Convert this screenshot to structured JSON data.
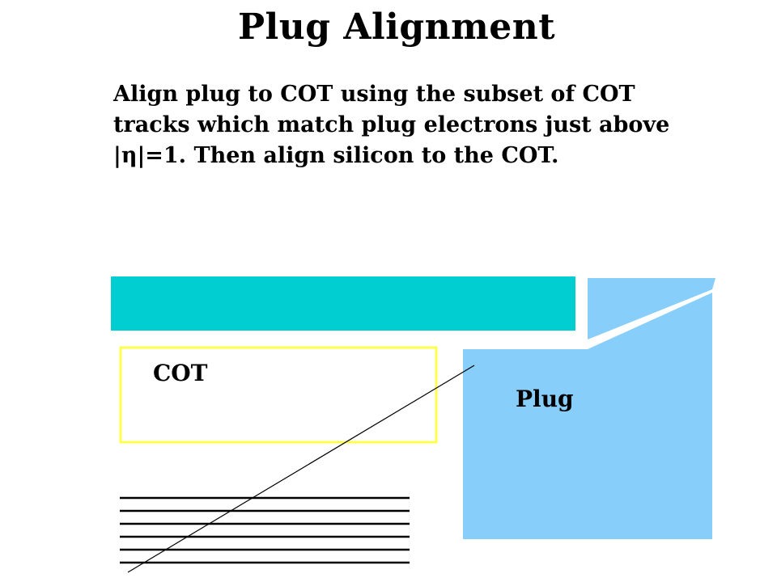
{
  "slide": {
    "title": "Plug Alignment",
    "body_lines": [
      "Align plug to COT using the subset of COT",
      "tracks which match plug electrons just above",
      "|η|=1. Then align silicon to the COT."
    ]
  },
  "diagram": {
    "labels": {
      "cot": "COT",
      "plug": "Plug"
    },
    "colors": {
      "calorimeter_bar": "#00CED1",
      "cot_outline": "#FFFF4D",
      "plug_body": "#87CEFA",
      "silicon_lines": "#000000",
      "track_line": "#000000"
    },
    "silicon_layer_count": 6
  }
}
